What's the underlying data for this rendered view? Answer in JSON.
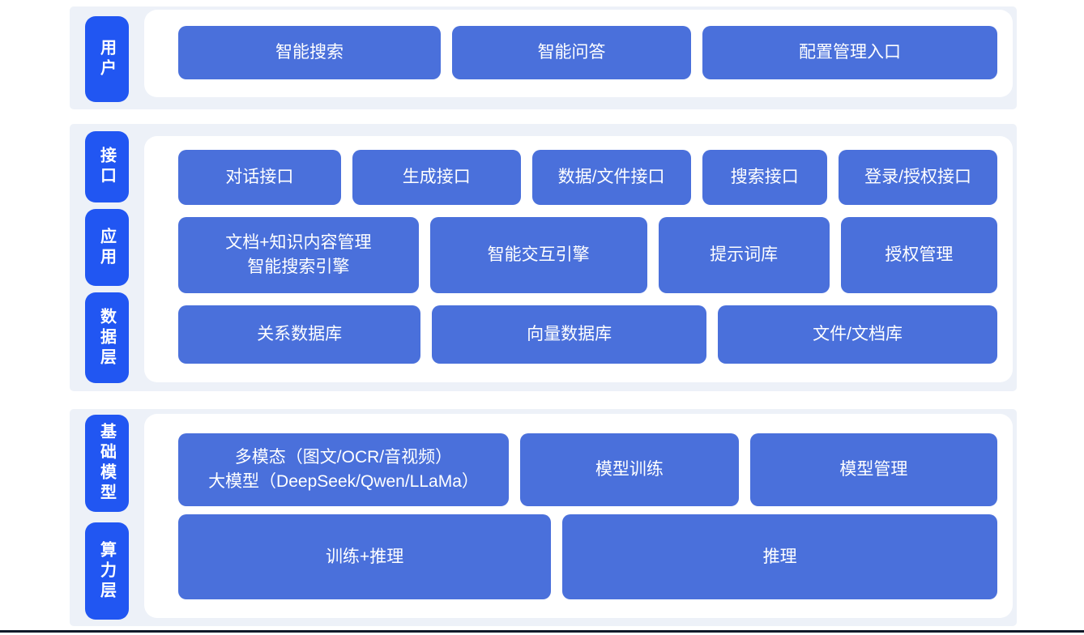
{
  "colors": {
    "page_bg": "#ffffff",
    "band_bg": "#edf1f8",
    "tab_blue": "#2156f2",
    "box_blue": "#4a70db",
    "text": "#ffffff",
    "divider": "#101828"
  },
  "bands": [
    {
      "tabs": [
        {
          "label": "用户"
        }
      ],
      "rows": [
        {
          "boxes": [
            {
              "label": "智能搜索"
            },
            {
              "label": "智能问答"
            },
            {
              "label": "配置管理入口"
            }
          ]
        }
      ]
    },
    {
      "tabs": [
        {
          "label": "接口"
        },
        {
          "label": "应用"
        },
        {
          "label": "数据层"
        }
      ],
      "rows": [
        {
          "boxes": [
            {
              "label": "对话接口"
            },
            {
              "label": "生成接口"
            },
            {
              "label": "数据/文件接口"
            },
            {
              "label": "搜索接口"
            },
            {
              "label": "登录/授权接口"
            }
          ]
        },
        {
          "boxes": [
            {
              "line1": "文档+知识内容管理",
              "line2": "智能搜索引擎"
            },
            {
              "label": "智能交互引擎"
            },
            {
              "label": "提示词库"
            },
            {
              "label": "授权管理"
            }
          ]
        },
        {
          "boxes": [
            {
              "label": "关系数据库"
            },
            {
              "label": "向量数据库"
            },
            {
              "label": "文件/文档库"
            }
          ]
        }
      ]
    },
    {
      "tabs": [
        {
          "label": "基础模型"
        },
        {
          "label": "算力层"
        }
      ],
      "rows": [
        {
          "boxes": [
            {
              "line1": "多模态（图文/OCR/音视频）",
              "line2": "大模型（DeepSeek/Qwen/LLaMa）"
            },
            {
              "label": "模型训练"
            },
            {
              "label": "模型管理"
            }
          ]
        },
        {
          "boxes": [
            {
              "label": "训练+推理"
            },
            {
              "label": "推理"
            }
          ]
        }
      ]
    }
  ]
}
